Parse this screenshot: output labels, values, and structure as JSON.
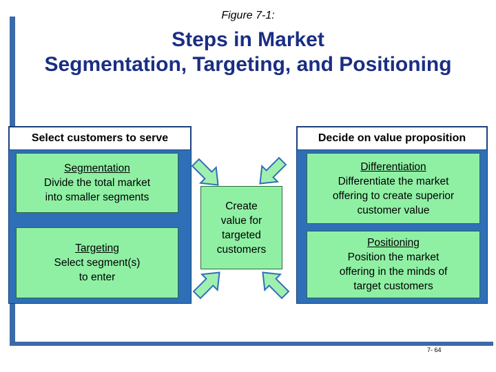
{
  "figure_label": "Figure 7-1:",
  "title": {
    "line1": "Steps in Market",
    "line2": "Segmentation, Targeting, and Positioning"
  },
  "left_panel": {
    "header": "Select customers to serve",
    "segmentation": {
      "heading": "Segmentation",
      "text_line1": "Divide the total market",
      "text_line2": "into smaller segments"
    },
    "targeting": {
      "heading": "Targeting",
      "text_line1": "Select segment(s)",
      "text_line2": "to enter"
    }
  },
  "right_panel": {
    "header": "Decide on value proposition",
    "differentiation": {
      "heading": "Differentiation",
      "text_line1": "Differentiate the market",
      "text_line2": "offering to create superior",
      "text_line3": "customer value"
    },
    "positioning": {
      "heading": "Positioning",
      "text_line1": "Position the market",
      "text_line2": "offering in the minds of",
      "text_line3": "target customers"
    }
  },
  "center": {
    "line1": "Create",
    "line2": "value for",
    "line3": "targeted",
    "line4": "customers"
  },
  "page_number": "7- 64",
  "colors": {
    "title": "#1a2e84",
    "panel": "#2f6fb7",
    "box_fill": "#8ff0a4",
    "arrow_fill": "#9ff0b0",
    "arrow_stroke": "#2f6fb7",
    "frame": "#3b6aa8"
  }
}
